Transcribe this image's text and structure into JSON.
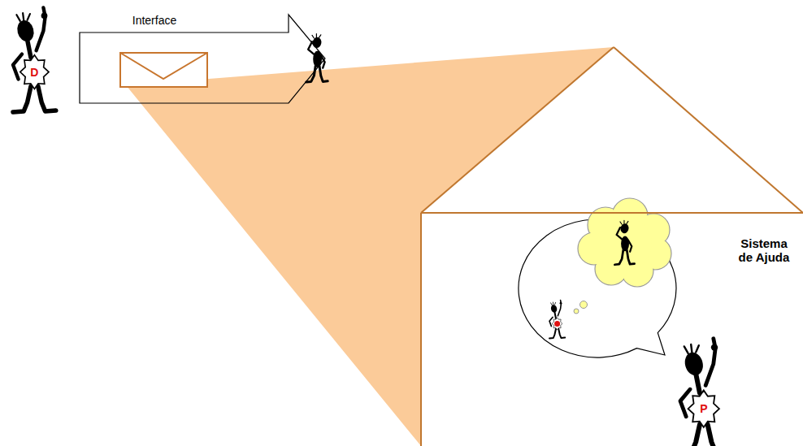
{
  "diagram": {
    "nodes": [
      {
        "text": [
          "D"
        ]
      },
      {
        "text": [
          "Interface"
        ]
      },
      {
        "text": [
          "Sistema de Ajuda"
        ]
      },
      {
        "text": [
          "P"
        ],
        "in": 2
      }
    ]
  }
}
